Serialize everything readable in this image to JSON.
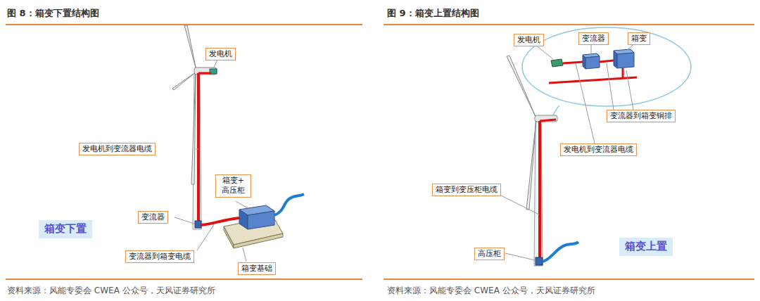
{
  "diagram": {
    "nodes": [
      {
        "text": [
          "发电机"
        ]
      },
      {
        "text": [
          "发电机到变流器电缆"
        ]
      },
      {
        "text": [
          "箱变+ 高压柜"
        ]
      },
      {
        "text": [
          "变流器"
        ]
      },
      {
        "text": [
          "变流器到箱变电缆"
        ]
      },
      {
        "text": [
          "箱变基础"
        ]
      },
      {
        "text": [
          "箱变下置"
        ]
      },
      {
        "text": [
          "发电机"
        ]
      },
      {
        "text": [
          "变流器"
        ]
      },
      {
        "text": [
          "箱变"
        ]
      },
      {
        "text": [
          "变流器到箱变铜排"
        ]
      },
      {
        "text": [
          "发电机到变流器电缆"
        ]
      },
      {
        "text": [
          "箱变到变压柜电缆"
        ]
      },
      {
        "text": [
          "高压柜"
        ]
      },
      {
        "text": [
          "箱变上置"
        ]
      }
    ],
    "labels": [
      "图 8：箱变下置结构图",
      "资料来源：风能专委会 CWEA 公众号，天风证券研究所",
      "图 9：箱变上置结构图",
      "资料来源：风能专委会 CWEA 公众号，天风证券研究所"
    ]
  }
}
